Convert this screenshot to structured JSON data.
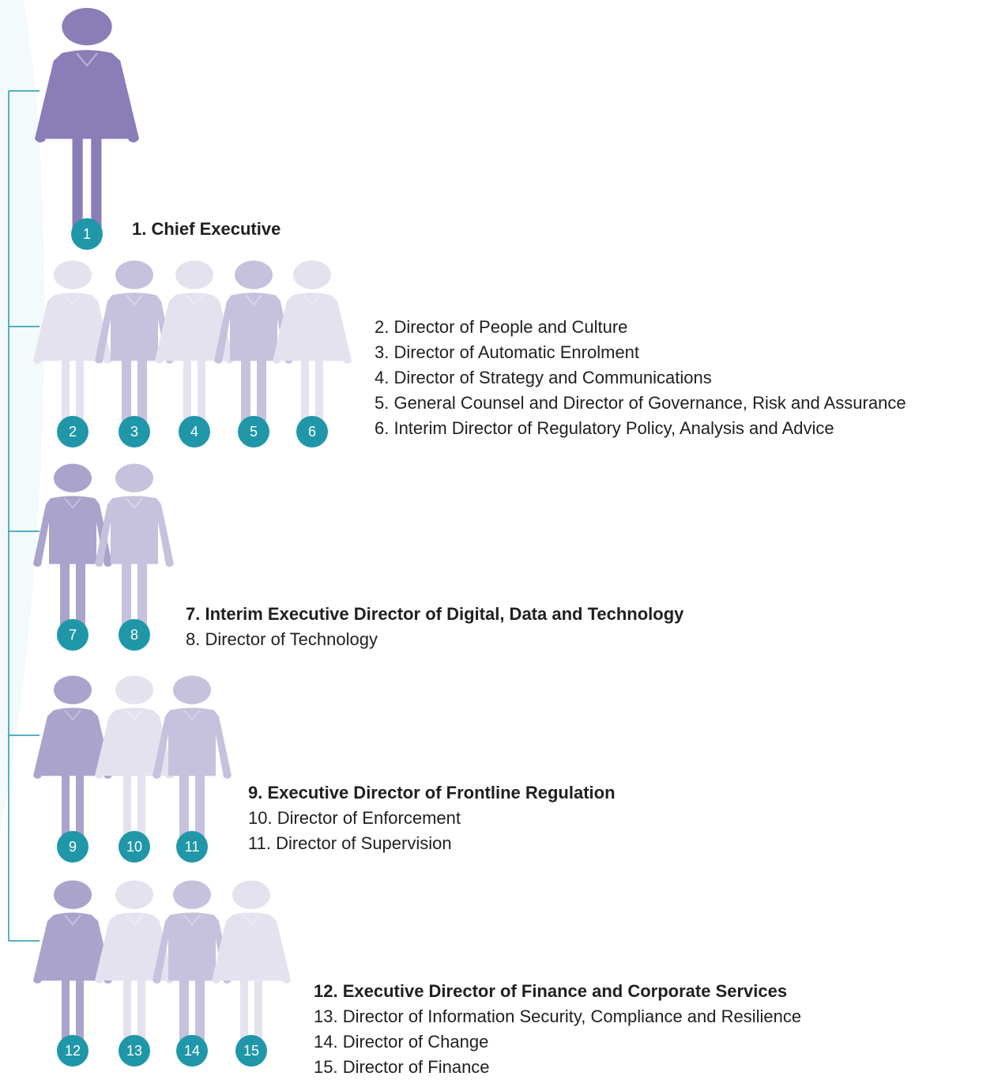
{
  "colors": {
    "badge": "#1f97a8",
    "connector": "#1f97a8",
    "background_shape": "#f2fafb",
    "dark": "#8a7db8",
    "medium": "#aaa3cb",
    "pale": "#c6c1dd",
    "faint": "#e4e2ef",
    "text": "#1f1f1f"
  },
  "groups": [
    {
      "id": "chief",
      "figures": [
        {
          "number": "1",
          "type": "female",
          "shade": "dark"
        }
      ],
      "lines": [
        {
          "text": "1. Chief Executive",
          "bold": true
        }
      ]
    },
    {
      "id": "directors",
      "figures": [
        {
          "number": "2",
          "type": "female",
          "shade": "faint"
        },
        {
          "number": "3",
          "type": "male",
          "shade": "pale"
        },
        {
          "number": "4",
          "type": "female",
          "shade": "faint"
        },
        {
          "number": "5",
          "type": "male",
          "shade": "pale"
        },
        {
          "number": "6",
          "type": "female",
          "shade": "faint"
        }
      ],
      "lines": [
        {
          "text": "2. Director of People and Culture",
          "bold": false
        },
        {
          "text": "3. Director of Automatic Enrolment",
          "bold": false
        },
        {
          "text": "4. Director of Strategy and Communications",
          "bold": false
        },
        {
          "text": "5. General Counsel and Director of Governance, Risk and Assurance",
          "bold": false
        },
        {
          "text": "6. Interim Director of Regulatory Policy, Analysis and Advice",
          "bold": false
        }
      ]
    },
    {
      "id": "digital",
      "figures": [
        {
          "number": "7",
          "type": "male",
          "shade": "medium"
        },
        {
          "number": "8",
          "type": "male",
          "shade": "pale"
        }
      ],
      "lines": [
        {
          "text": "7. Interim Executive Director of Digital, Data and Technology",
          "bold": true
        },
        {
          "text": "8. Director of Technology",
          "bold": false
        }
      ]
    },
    {
      "id": "frontline",
      "figures": [
        {
          "number": "9",
          "type": "female",
          "shade": "medium"
        },
        {
          "number": "10",
          "type": "female",
          "shade": "faint"
        },
        {
          "number": "11",
          "type": "male",
          "shade": "pale"
        }
      ],
      "lines": [
        {
          "text": "9. Executive Director of Frontline Regulation",
          "bold": true
        },
        {
          "text": "10. Director of Enforcement",
          "bold": false
        },
        {
          "text": "11. Director of Supervision",
          "bold": false
        }
      ]
    },
    {
      "id": "finance",
      "figures": [
        {
          "number": "12",
          "type": "female",
          "shade": "medium"
        },
        {
          "number": "13",
          "type": "female",
          "shade": "faint"
        },
        {
          "number": "14",
          "type": "male",
          "shade": "pale"
        },
        {
          "number": "15",
          "type": "female",
          "shade": "faint"
        }
      ],
      "lines": [
        {
          "text": "12. Executive Director of Finance and Corporate Services",
          "bold": true
        },
        {
          "text": "13. Director of Information Security, Compliance and Resilience",
          "bold": false
        },
        {
          "text": "14. Director of Change",
          "bold": false
        },
        {
          "text": "15. Director of Finance",
          "bold": false
        }
      ]
    }
  ]
}
